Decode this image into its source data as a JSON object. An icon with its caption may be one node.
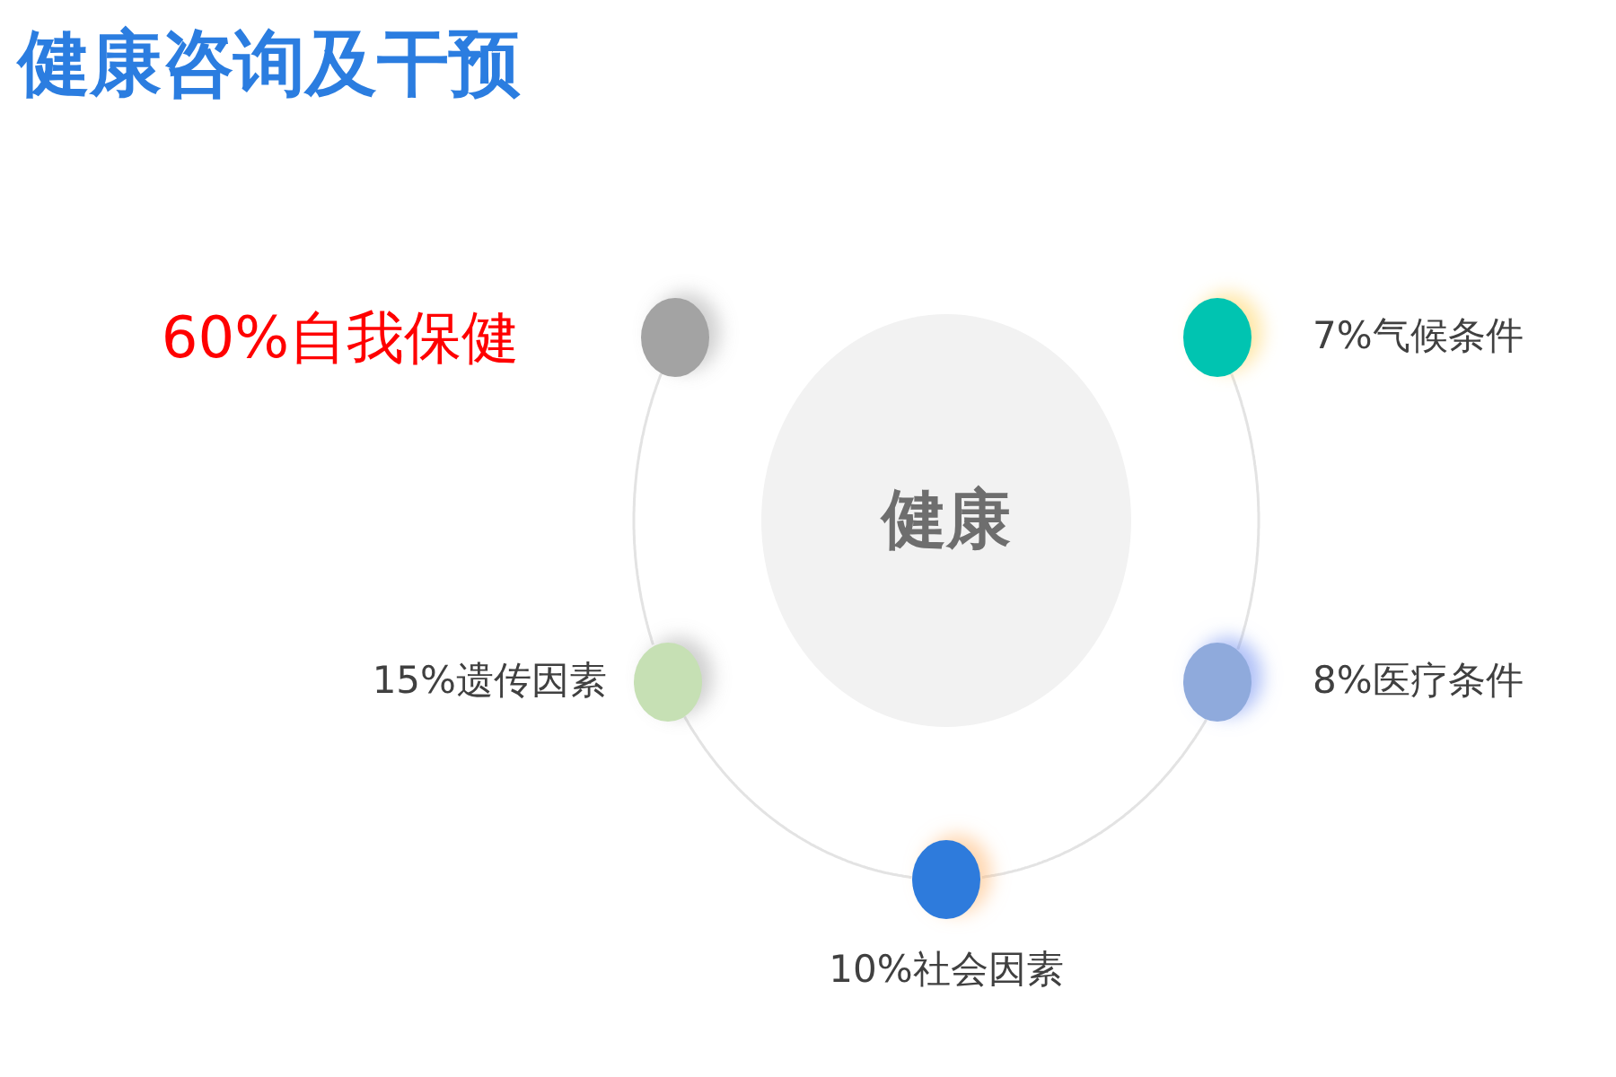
{
  "diagram": {
    "title": "健康咨询及干预",
    "nodes": [
      {
        "text": [],
        "shape": "circle",
        "beside": [
          "60%自我保健"
        ]
      },
      {
        "text": [],
        "shape": "circle",
        "beside": [
          "7%气候条件"
        ]
      },
      {
        "text": [
          "健康"
        ]
      },
      {
        "text": [],
        "shape": "circle",
        "beside": [
          "15%遗传因素"
        ]
      },
      {
        "text": [],
        "shape": "circle",
        "beside": [
          "8%医疗条件"
        ]
      },
      {
        "text": [],
        "shape": "circle",
        "beside": [
          "10%社会因素"
        ]
      }
    ],
    "edges": [
      {
        "from": 0,
        "to": 3,
        "arrow": "none"
      },
      {
        "from": 3,
        "to": 5,
        "arrow": "none"
      },
      {
        "from": 5,
        "to": 4,
        "arrow": "none"
      },
      {
        "from": 4,
        "to": 1,
        "arrow": "none"
      }
    ]
  }
}
